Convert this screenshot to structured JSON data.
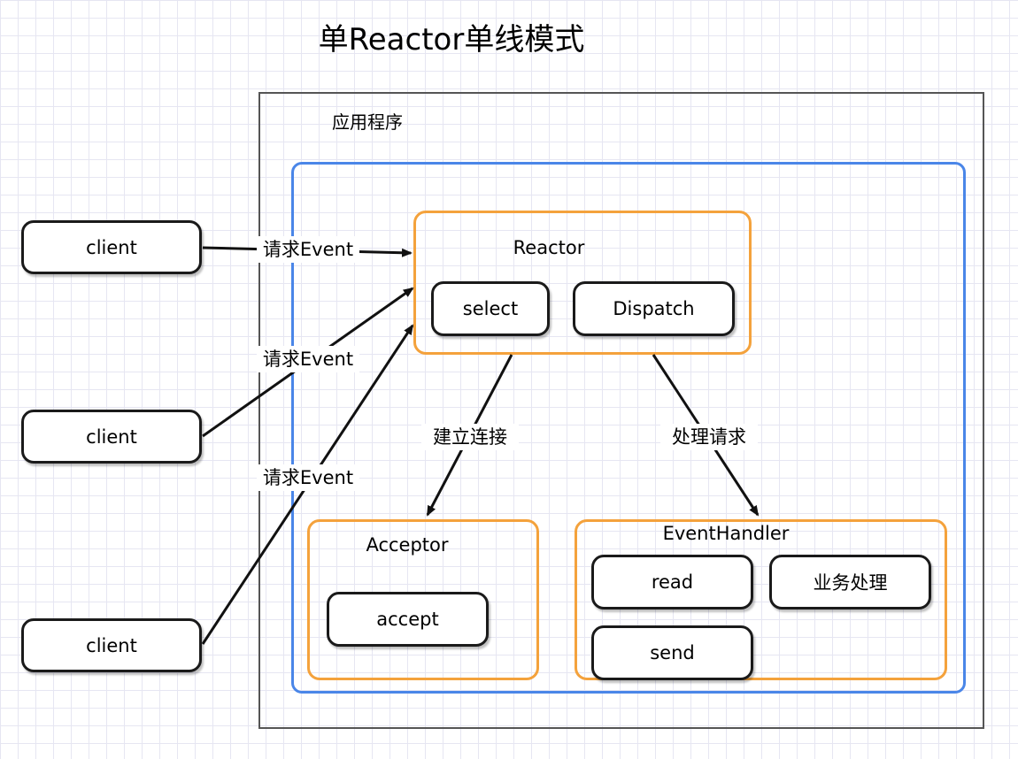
{
  "title": "单Reactor单线模式",
  "app_label": "应用程序",
  "reactor": {
    "title": "Reactor",
    "select": "select",
    "dispatch": "Dispatch"
  },
  "acceptor": {
    "title": "Acceptor",
    "accept": "accept"
  },
  "event_handler": {
    "title": "EventHandler",
    "read": "read",
    "business": "业务处理",
    "send": "send"
  },
  "clients": [
    "client",
    "client",
    "client"
  ],
  "edges": {
    "request_1": "请求Event",
    "request_2": "请求Event",
    "request_3": "请求Event",
    "connect": "建立连接",
    "handle": "处理请求"
  },
  "colors": {
    "container": "#4a86e8",
    "component": "#f4a23c",
    "node_border": "#1a1a1a",
    "app_border": "#555555"
  }
}
